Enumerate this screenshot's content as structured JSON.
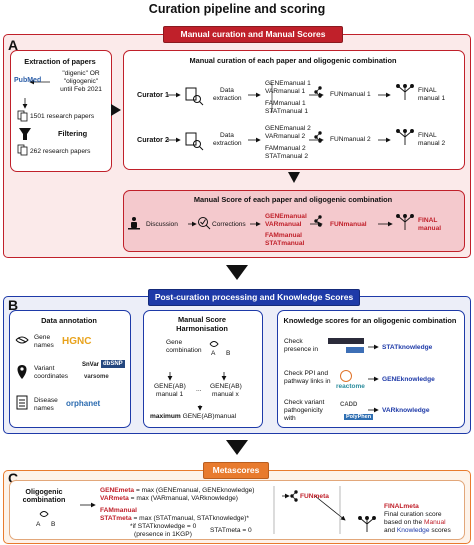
{
  "title": "Curation pipeline and scoring",
  "colors": {
    "red": "#c0202a",
    "blue": "#1e3aa8",
    "orange": "#e87b2e",
    "panel_red": "#fbeaea",
    "panel_blue": "#eceef8",
    "panel_orange": "#fdf3ea"
  },
  "sectionA": {
    "letter": "A",
    "banner": "Manual curation and Manual Scores",
    "extraction": {
      "heading": "Extraction of papers",
      "pubmed_logo": "PubMed",
      "query_line1": "\"digenic\" OR",
      "query_line2": "\"oligogenic\"",
      "query_line3": "until Feb 2021",
      "count1": "1501 research papers",
      "filtering": "Filtering",
      "count2": "262 research papers"
    },
    "curation": {
      "heading": "Manual curation of each paper and oligogenic combination",
      "curator1": "Curator 1",
      "curator2": "Curator 2",
      "data_extraction_line1": "Data",
      "data_extraction_line2": "extraction",
      "c1_scores": [
        "GENEmanual 1",
        "VARmanual 1",
        "FAMmanual 1",
        "STATmanual 1"
      ],
      "c1_fun": "FUNmanual 1",
      "c1_final_line1": "FINAL",
      "c1_final_line2": "manual 1",
      "c2_scores": [
        "GENEmanual 2",
        "VARmanual 2",
        "FAMmanual 2",
        "STATmanual 2"
      ],
      "c2_fun": "FUNmanual 2",
      "c2_final_line1": "FINAL",
      "c2_final_line2": "manual 2"
    },
    "manual_score": {
      "heading": "Manual Score of each paper and oligogenic combination",
      "discussion": "Discussion",
      "corrections": "Corrections",
      "scores": [
        "GENEmanual",
        "VARmanual",
        "FAMmanual",
        "STATmanual"
      ],
      "fun": "FUNmanual",
      "final_line1": "FINAL",
      "final_line2": "manual"
    }
  },
  "sectionB": {
    "letter": "B",
    "banner": "Post-curation processing and Knowledge Scores",
    "annotation": {
      "heading": "Data annotation",
      "gene_line1": "Gene",
      "gene_line2": "names",
      "hgnc_logo": "HGNC",
      "variant_line1": "Variant",
      "variant_line2": "coordinates",
      "snvar_logo": "SnVar",
      "dbsnp_logo": "dbSNP",
      "varsome_logo": "varsome",
      "disease_line1": "Disease",
      "disease_line2": "names",
      "orphanet_logo": "orphanet"
    },
    "harmonisation": {
      "heading_line1": "Manual Score",
      "heading_line2": "Harmonisation",
      "gene_comb_line1": "Gene",
      "gene_comb_line2": "combination",
      "gene_a": "A",
      "gene_b": "B",
      "manual1_line1": "GENE(AB)",
      "manual1_line2": "manual 1",
      "dots": "...",
      "manualx_line1": "GENE(AB)",
      "manualx_line2": "manual x",
      "maximum": "maximum",
      "maximum_rest": "GENE(AB)manual"
    },
    "knowledge": {
      "heading": "Knowledge scores for an oligogenic combination",
      "check1_line1": "Check",
      "check1_line2": "presence in",
      "stat": "STATknowledge",
      "check2_line1": "Check PPI and",
      "check2_line2": "pathway links in",
      "gene": "GENEknowledge",
      "check3_line1": "Check variant",
      "check3_line2": "pathogenicity",
      "check3_line3": "with",
      "var": "VARknowledge",
      "reactome_logo": "reactome",
      "cadd_logo": "CADD",
      "polyphen_logo": "PolyPhen"
    }
  },
  "sectionC": {
    "letter": "C",
    "banner": "Metascores",
    "combo_line1": "Oligogenic",
    "combo_line2": "combination",
    "gene_a": "A",
    "gene_b": "B",
    "gene_meta_name": "GENEmeta",
    "gene_meta_rest": "= max (GENEmanual, GENEknowledge)",
    "var_meta_name": "VARmeta",
    "var_meta_rest": "= max (VARmanual, VARknowledge)",
    "fam_manual": "FAMmanual",
    "stat_meta_name": "STATmeta",
    "stat_meta_rest": "= max (STATmanual, STATknowledge)*",
    "footnote_line1": "*if STATknowledge = 0",
    "footnote_line2": "(presence in 1KGP)",
    "footnote_result": "STATmeta = 0",
    "fun_meta": "FUNmeta",
    "final_meta": "FINALmeta",
    "final_desc_line1": "Final curation score",
    "final_desc_line2": "based on the",
    "final_desc_manual": "Manual",
    "final_desc_line3": "and",
    "final_desc_knowledge": "Knowledge",
    "final_desc_line4": "scores"
  }
}
